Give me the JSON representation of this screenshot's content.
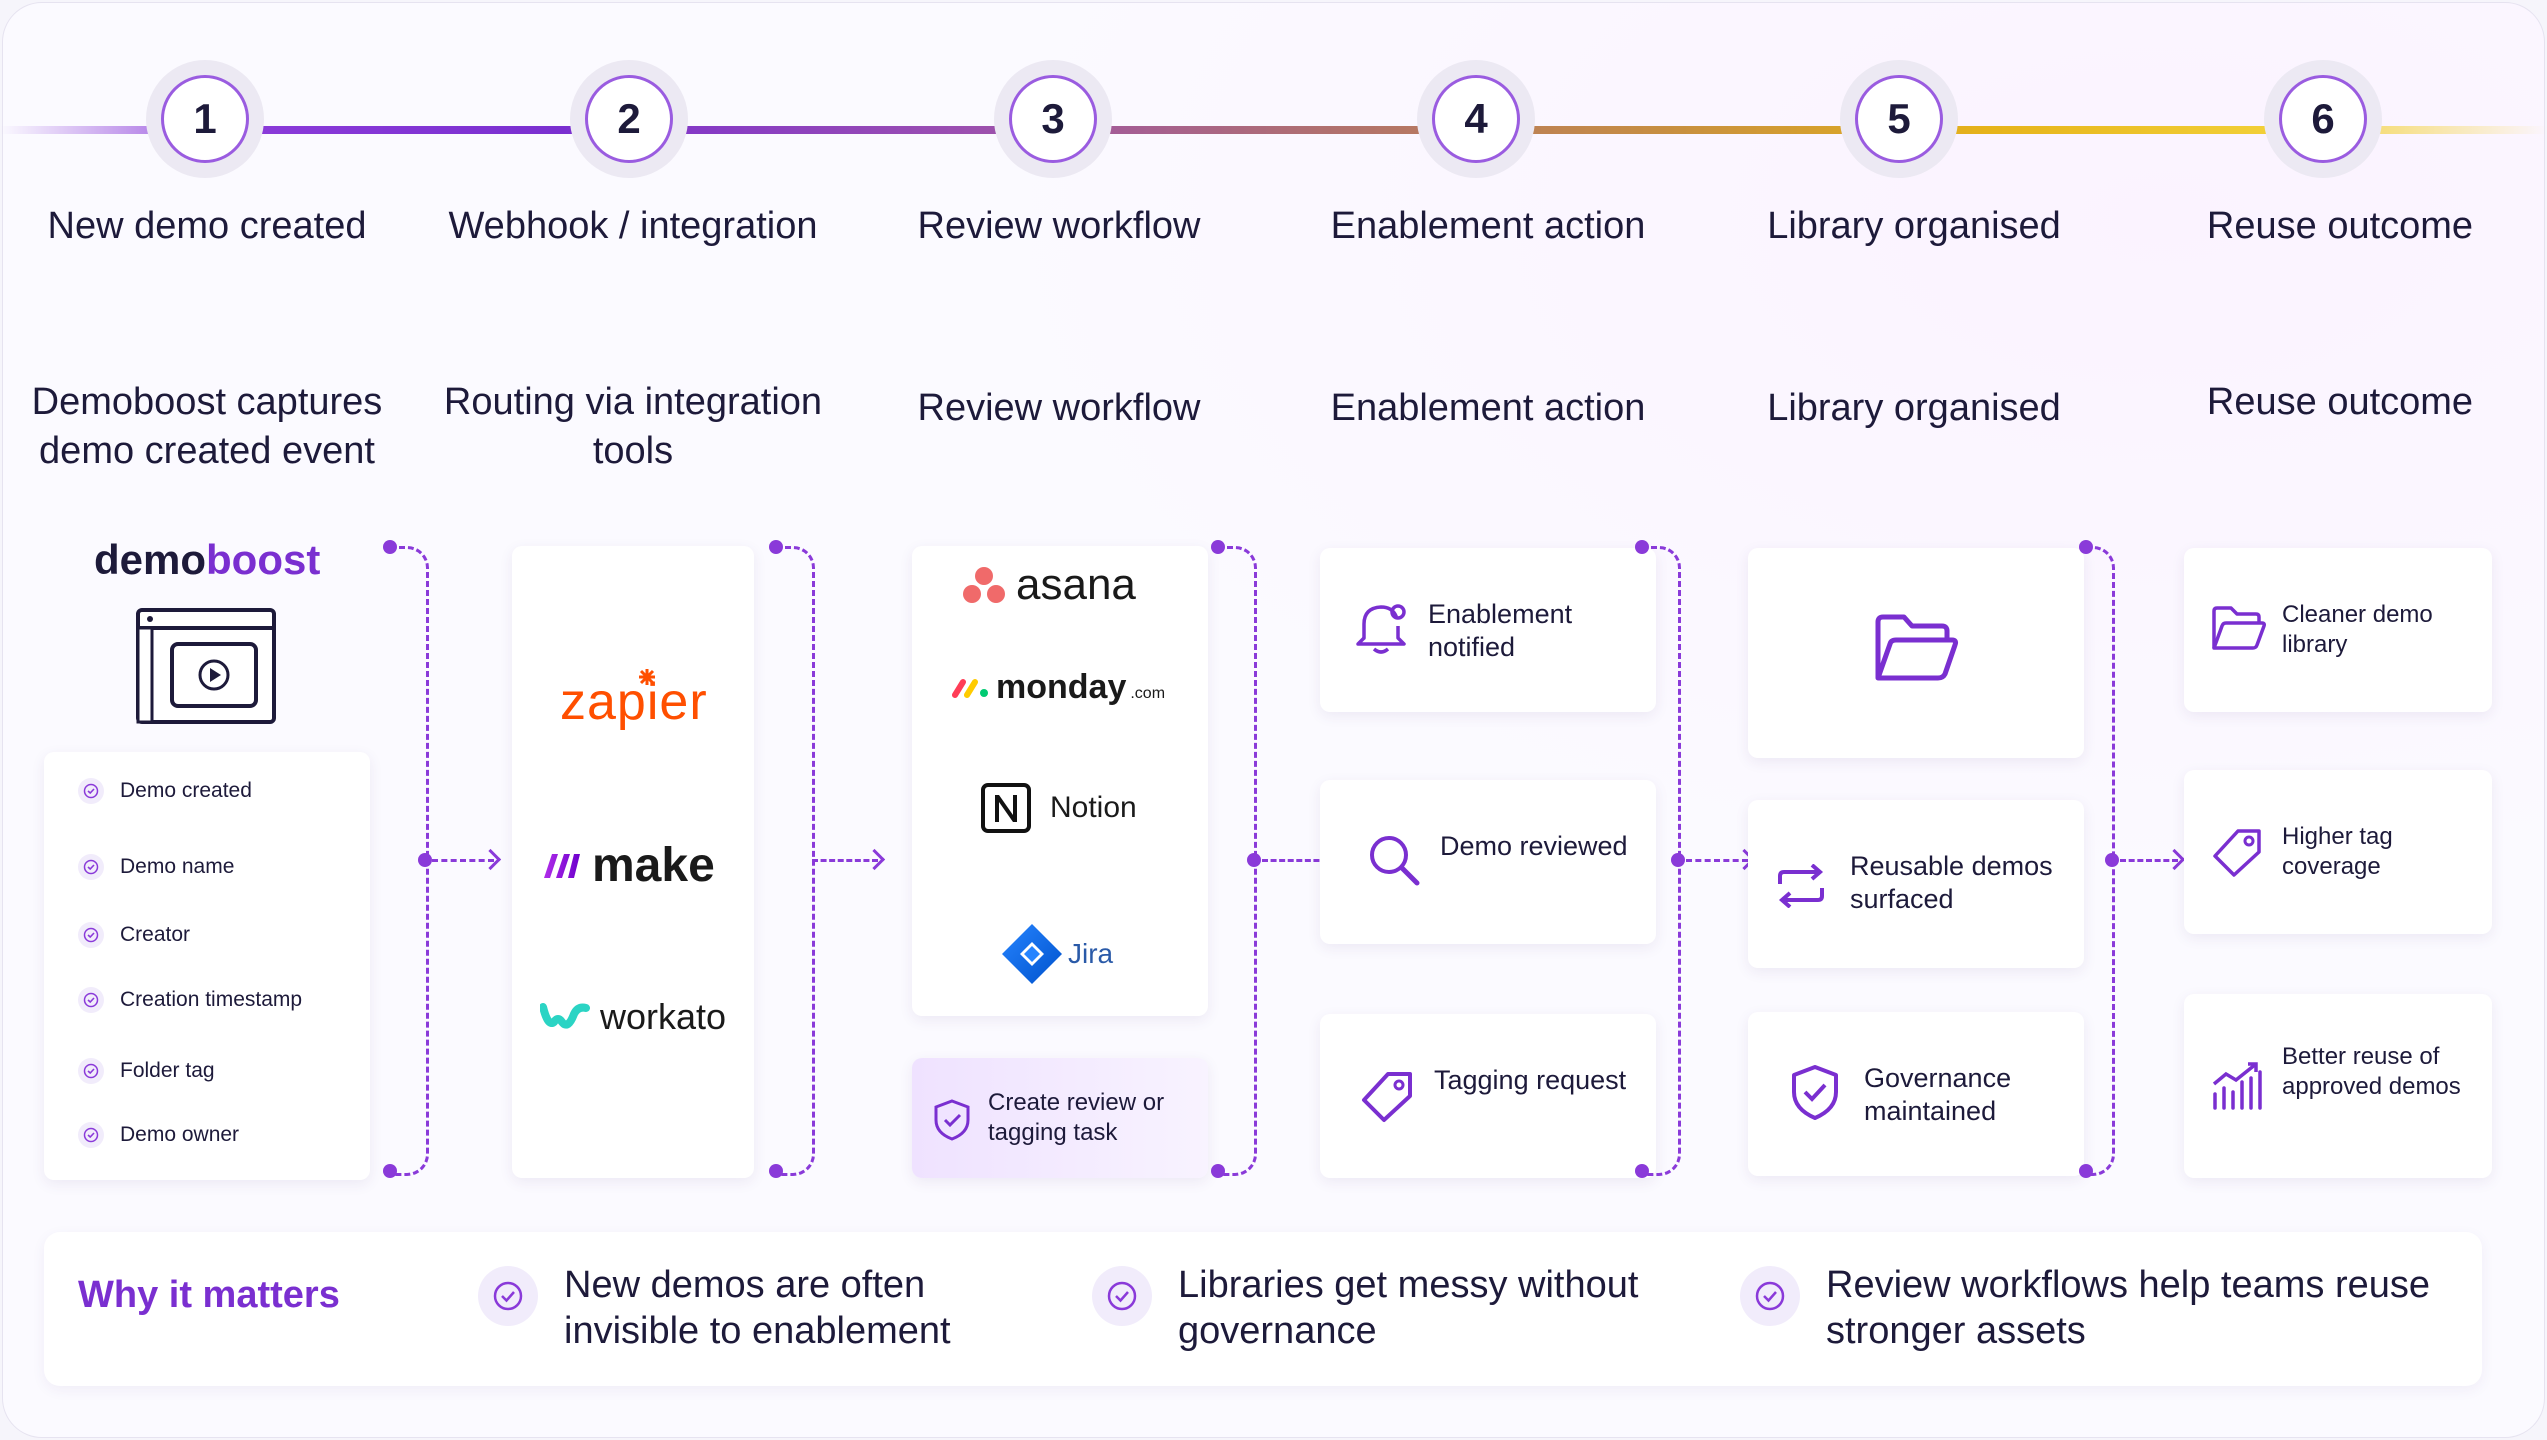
{
  "steps": [
    {
      "number": "1",
      "title": "New demo created",
      "subtitle": "Demoboost captures demo created event"
    },
    {
      "number": "2",
      "title": "Webhook / integration",
      "subtitle": "Routing via integration tools"
    },
    {
      "number": "3",
      "title": "Review workflow",
      "subtitle": "Review workflow"
    },
    {
      "number": "4",
      "title": "Enablement action",
      "subtitle": "Enablement action"
    },
    {
      "number": "5",
      "title": "Library organised",
      "subtitle": "Library organised"
    },
    {
      "number": "6",
      "title": "Reuse outcome",
      "subtitle": "Reuse outcome"
    }
  ],
  "col1": {
    "logo_prefix": "demo",
    "logo_suffix": "boost",
    "fields": [
      "Demo created",
      "Demo name",
      "Creator",
      "Creation timestamp",
      "Folder tag",
      "Demo owner"
    ]
  },
  "col2": {
    "tools": [
      "zapier",
      "make",
      "workato"
    ]
  },
  "col3": {
    "tools": [
      "asana",
      "monday",
      ".com",
      "Notion",
      "Jira"
    ],
    "task": "Create review or tagging task"
  },
  "col4": {
    "cards": [
      {
        "label": "Enablement notified",
        "icon": "bell-icon"
      },
      {
        "label": "Demo reviewed",
        "icon": "search-icon"
      },
      {
        "label": "Tagging request",
        "icon": "tag-icon"
      }
    ]
  },
  "col5": {
    "cards": [
      {
        "label": "",
        "icon": "folder-open-icon"
      },
      {
        "label": "Reusable demos surfaced",
        "icon": "repeat-icon"
      },
      {
        "label": "Governance maintained",
        "icon": "shield-check-icon"
      }
    ]
  },
  "col6": {
    "cards": [
      {
        "label": "Cleaner demo library",
        "icon": "folder-icon"
      },
      {
        "label": "Higher tag coverage",
        "icon": "tag-icon"
      },
      {
        "label": "Better reuse of approved demos",
        "icon": "bar-chart-icon"
      }
    ]
  },
  "why": {
    "title": "Why it matters",
    "items": [
      "New demos are often invisible to enablement",
      "Libraries get messy without governance",
      "Review workflows help teams reuse stronger assets"
    ]
  },
  "colors": {
    "accent": "#7a2fd0",
    "line_start": "#8a3ad9",
    "line_end": "#f3d23a"
  }
}
